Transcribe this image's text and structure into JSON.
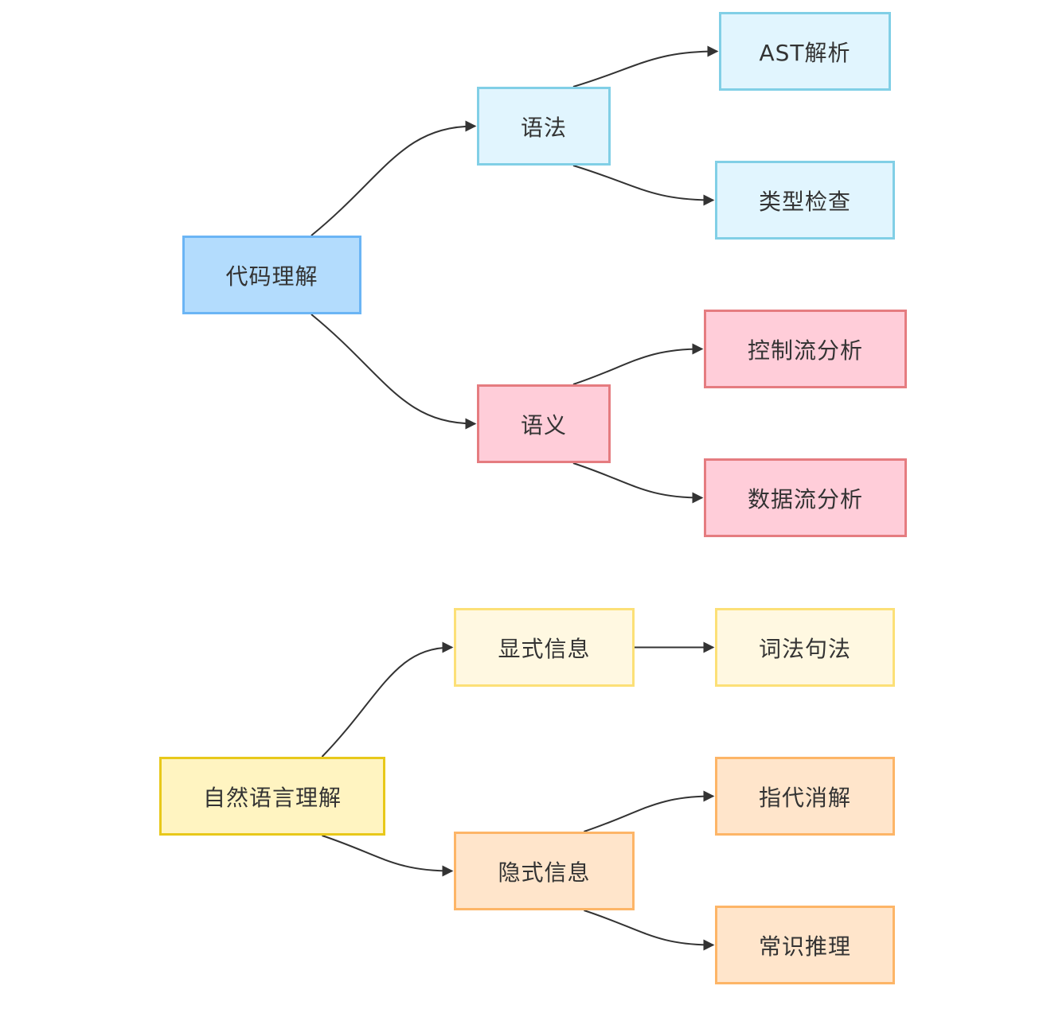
{
  "colors": {
    "root_code_fill": "#b3dcfd",
    "root_code_stroke": "#6bb5f5",
    "syntax_fill": "#e1f5fe",
    "syntax_stroke": "#81cfe6",
    "semantic_fill": "#ffcdd9",
    "semantic_stroke": "#e57c80",
    "root_nlu_fill": "#fff4c1",
    "root_nlu_stroke": "#e8c81a",
    "explicit_fill": "#fff8e1",
    "explicit_stroke": "#fce077",
    "implicit_fill": "#ffe5cb",
    "implicit_stroke": "#fdb567",
    "edge": "#333333"
  },
  "nodes": {
    "code": {
      "label": "代码理解",
      "fill": "#b3dcfd",
      "stroke": "#6bb5f5"
    },
    "syntax": {
      "label": "语法",
      "fill": "#e1f5fe",
      "stroke": "#81cfe6"
    },
    "ast": {
      "label": "AST解析",
      "fill": "#e1f5fe",
      "stroke": "#81cfe6"
    },
    "type": {
      "label": "类型检查",
      "fill": "#e1f5fe",
      "stroke": "#81cfe6"
    },
    "semantic": {
      "label": "语义",
      "fill": "#ffcdd9",
      "stroke": "#e57c80"
    },
    "cflow": {
      "label": "控制流分析",
      "fill": "#ffcdd9",
      "stroke": "#e57c80"
    },
    "dflow": {
      "label": "数据流分析",
      "fill": "#ffcdd9",
      "stroke": "#e57c80"
    },
    "nlu": {
      "label": "自然语言理解",
      "fill": "#fff4c1",
      "stroke": "#e8c81a"
    },
    "explicit": {
      "label": "显式信息",
      "fill": "#fff8e1",
      "stroke": "#fce077"
    },
    "lexsyn": {
      "label": "词法句法",
      "fill": "#fff8e1",
      "stroke": "#fce077"
    },
    "implicit": {
      "label": "隐式信息",
      "fill": "#ffe5cb",
      "stroke": "#fdb567"
    },
    "coref": {
      "label": "指代消解",
      "fill": "#ffe5cb",
      "stroke": "#fdb567"
    },
    "commonsense": {
      "label": "常识推理",
      "fill": "#ffe5cb",
      "stroke": "#fdb567"
    }
  },
  "edges": [
    {
      "from": "code",
      "to": "syntax"
    },
    {
      "from": "code",
      "to": "semantic"
    },
    {
      "from": "syntax",
      "to": "ast"
    },
    {
      "from": "syntax",
      "to": "type"
    },
    {
      "from": "semantic",
      "to": "cflow"
    },
    {
      "from": "semantic",
      "to": "dflow"
    },
    {
      "from": "nlu",
      "to": "explicit"
    },
    {
      "from": "nlu",
      "to": "implicit"
    },
    {
      "from": "explicit",
      "to": "lexsyn"
    },
    {
      "from": "implicit",
      "to": "coref"
    },
    {
      "from": "implicit",
      "to": "commonsense"
    }
  ]
}
